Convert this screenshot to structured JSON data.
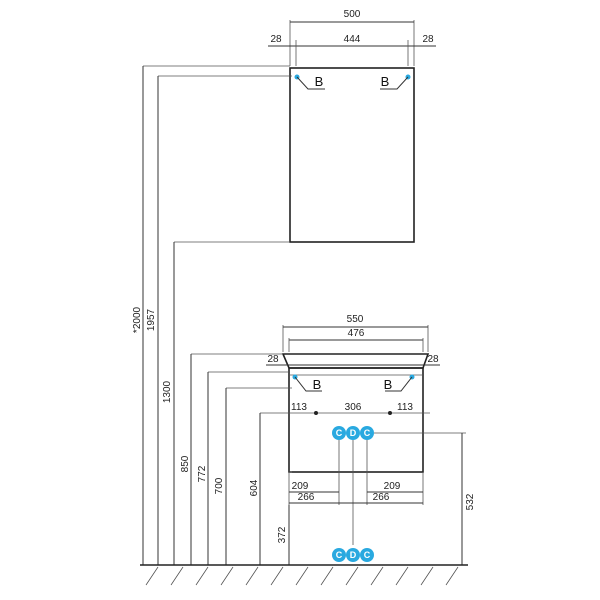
{
  "mirror_cabinet": {
    "width_total": "500",
    "width_inner": "444",
    "side_left": "28",
    "side_right": "28",
    "mount_left": "B",
    "mount_right": "B"
  },
  "vanity_unit": {
    "width_top": "550",
    "width_inner": "476",
    "side_left": "28",
    "side_right": "28",
    "mount_left": "B",
    "mount_right": "B",
    "hole_offset_left": "113",
    "hole_spacing": "306",
    "hole_offset_right": "113",
    "left_209": "209",
    "right_209": "209",
    "left_266": "266",
    "right_266": "266"
  },
  "heights": {
    "h2000": "*2000",
    "h1957": "1957",
    "h1300": "1300",
    "h850": "850",
    "h772": "772",
    "h700": "700",
    "h604": "604",
    "h372": "372",
    "h532": "532"
  },
  "connections": {
    "upper": [
      "C",
      "D",
      "C"
    ],
    "lower": [
      "C",
      "D",
      "C"
    ],
    "color": "#29a9e0"
  }
}
